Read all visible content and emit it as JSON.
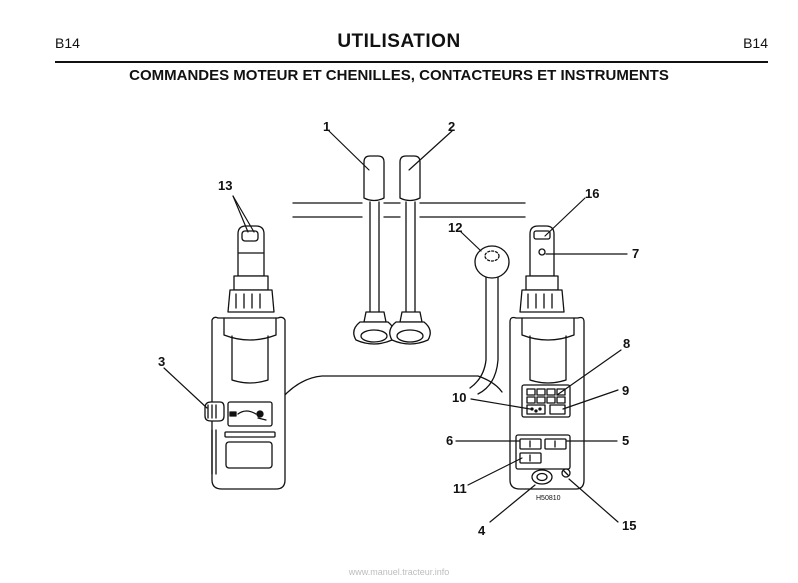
{
  "header": {
    "page_ref_left": "B14",
    "page_ref_right": "B14",
    "title": "UTILISATION",
    "subtitle": "COMMANDES MOTEUR ET CHENILLES, CONTACTEURS ET INSTRUMENTS"
  },
  "figure": {
    "reference": "H50810",
    "callouts": [
      "1",
      "2",
      "3",
      "4",
      "5",
      "6",
      "7",
      "8",
      "9",
      "10",
      "11",
      "12",
      "13",
      "15",
      "16"
    ]
  },
  "footer": {
    "watermark": "www.manuel.tracteur.info"
  }
}
